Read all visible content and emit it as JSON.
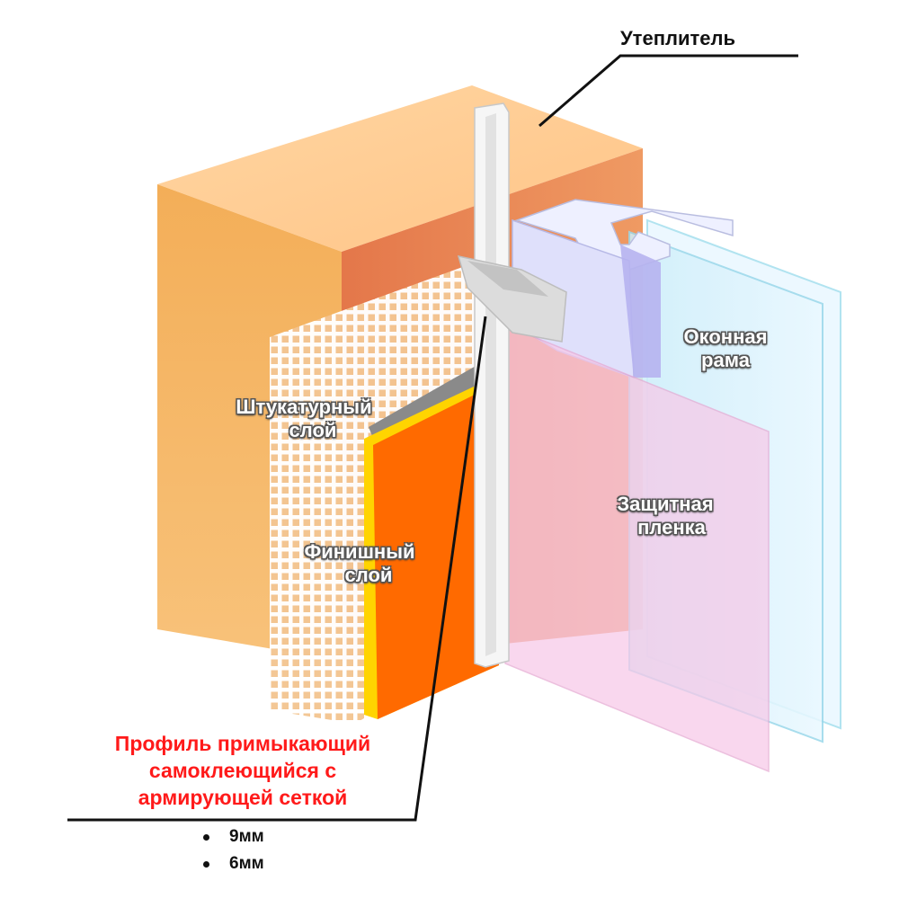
{
  "labels": {
    "insulation": "Утеплитель",
    "window_frame": [
      "Оконная",
      "рама"
    ],
    "plaster_layer": [
      "Штукатурный",
      "слой"
    ],
    "finish_layer": [
      "Финишный",
      "слой"
    ],
    "protective_film": [
      "Защитная",
      "пленка"
    ]
  },
  "profile": {
    "title_lines": [
      "Профиль примыкающий",
      "самоклеющийся с",
      "армирующей сеткой"
    ],
    "sizes": [
      "9мм",
      "6мм"
    ]
  },
  "colors": {
    "profile_title": "#ff1a1a",
    "insulation_front": "#f5b060",
    "insulation_side": "#e88550",
    "finish_layer": "#ff6a00",
    "mesh": "#f4c89a",
    "frame": "#c9e9f4",
    "film": "#f6c8e6"
  }
}
